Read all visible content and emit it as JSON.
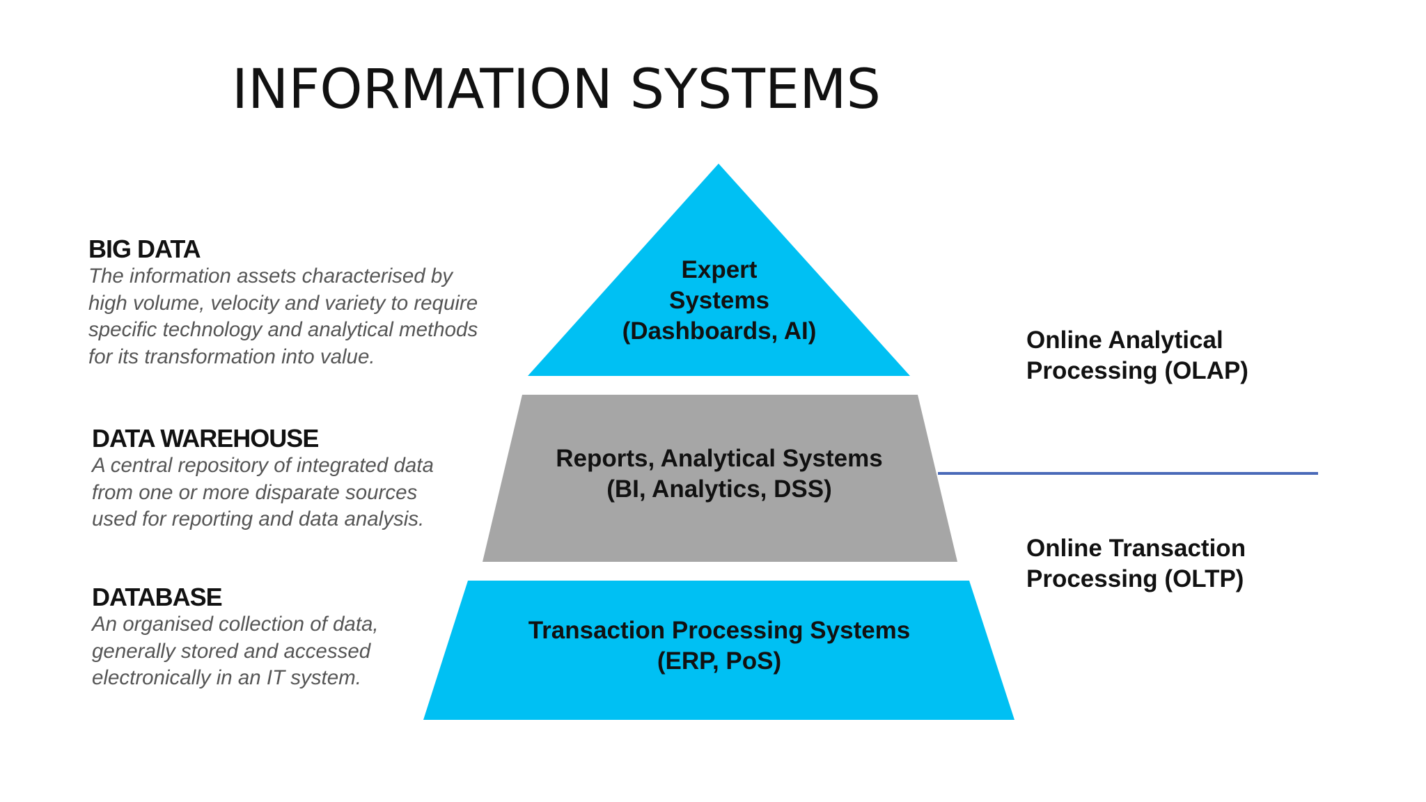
{
  "title": "INFORMATION SYSTEMS",
  "left_blocks": {
    "big_data": {
      "heading": "BIG DATA",
      "description": "The information assets characterised by\nhigh volume, velocity and variety to require\nspecific technology and analytical methods\nfor its transformation into value."
    },
    "data_warehouse": {
      "heading": "DATA WAREHOUSE",
      "description": "A central repository of integrated data\nfrom one or more disparate sources\nused for reporting and data analysis."
    },
    "database": {
      "heading": "DATABASE",
      "description": "An organised collection of data,\ngenerally stored and accessed\nelectronically in an IT system."
    }
  },
  "pyramid": {
    "top": {
      "label": "Expert\nSystems\n(Dashboards, AI)",
      "color": "#00c0f3"
    },
    "middle": {
      "label": "Reports, Analytical Systems\n(BI, Analytics, DSS)",
      "color": "#a6a6a6"
    },
    "bottom": {
      "label": "Transaction Processing Systems\n(ERP, PoS)",
      "color": "#00c0f3"
    }
  },
  "right_labels": {
    "olap": "Online Analytical\nProcessing (OLAP)",
    "oltp": "Online Transaction\nProcessing (OLTP)"
  },
  "colors": {
    "divider": "#4a6ab8",
    "heading_text": "#111111",
    "description_text": "#555555"
  }
}
